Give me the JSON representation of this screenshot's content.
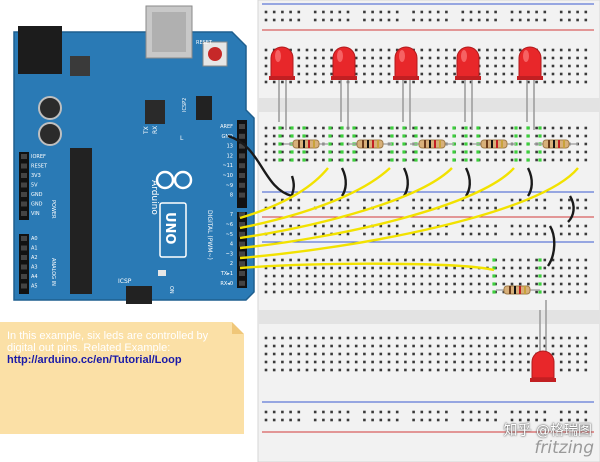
{
  "arduino": {
    "brand": "Arduino",
    "model": "UNO",
    "reset_label": "RESET",
    "icsp2_label": "ICSP2",
    "icsp_label": "ICSP",
    "tx_label": "TX",
    "rx_label": "RX",
    "l_label": "L",
    "on_label": "ON",
    "digital_label": "DIGITAL (PWM~)",
    "power_label": "POWER",
    "analog_label": "ANALOG IN",
    "left_pins": [
      "IOREF",
      "RESET",
      "3V3",
      "5V",
      "GND",
      "GND",
      "VIN",
      "",
      "A0",
      "A1",
      "A2",
      "A3",
      "A4",
      "A5"
    ],
    "right_pins": [
      "AREF",
      "GND",
      "13",
      "12",
      "~11",
      "~10",
      "~9",
      "8",
      "",
      "7",
      "~6",
      "~5",
      "4",
      "~3",
      "2",
      "TX▸1",
      "RX◂0"
    ]
  },
  "note": {
    "text": "In this example, six leds are controlled by digital out pins. Related Example: ",
    "link": "http://arduino.cc/en/Tutorial/Loop"
  },
  "watermark": {
    "zhihu": "知乎 @格瑞图",
    "fritzing": "fritzing"
  },
  "colors": {
    "board": "#2a7ab5",
    "wire_yellow": "#f2e200",
    "wire_black": "#1a1a1a",
    "led": "#e8272a",
    "breadboard": "#f1f1f1"
  }
}
